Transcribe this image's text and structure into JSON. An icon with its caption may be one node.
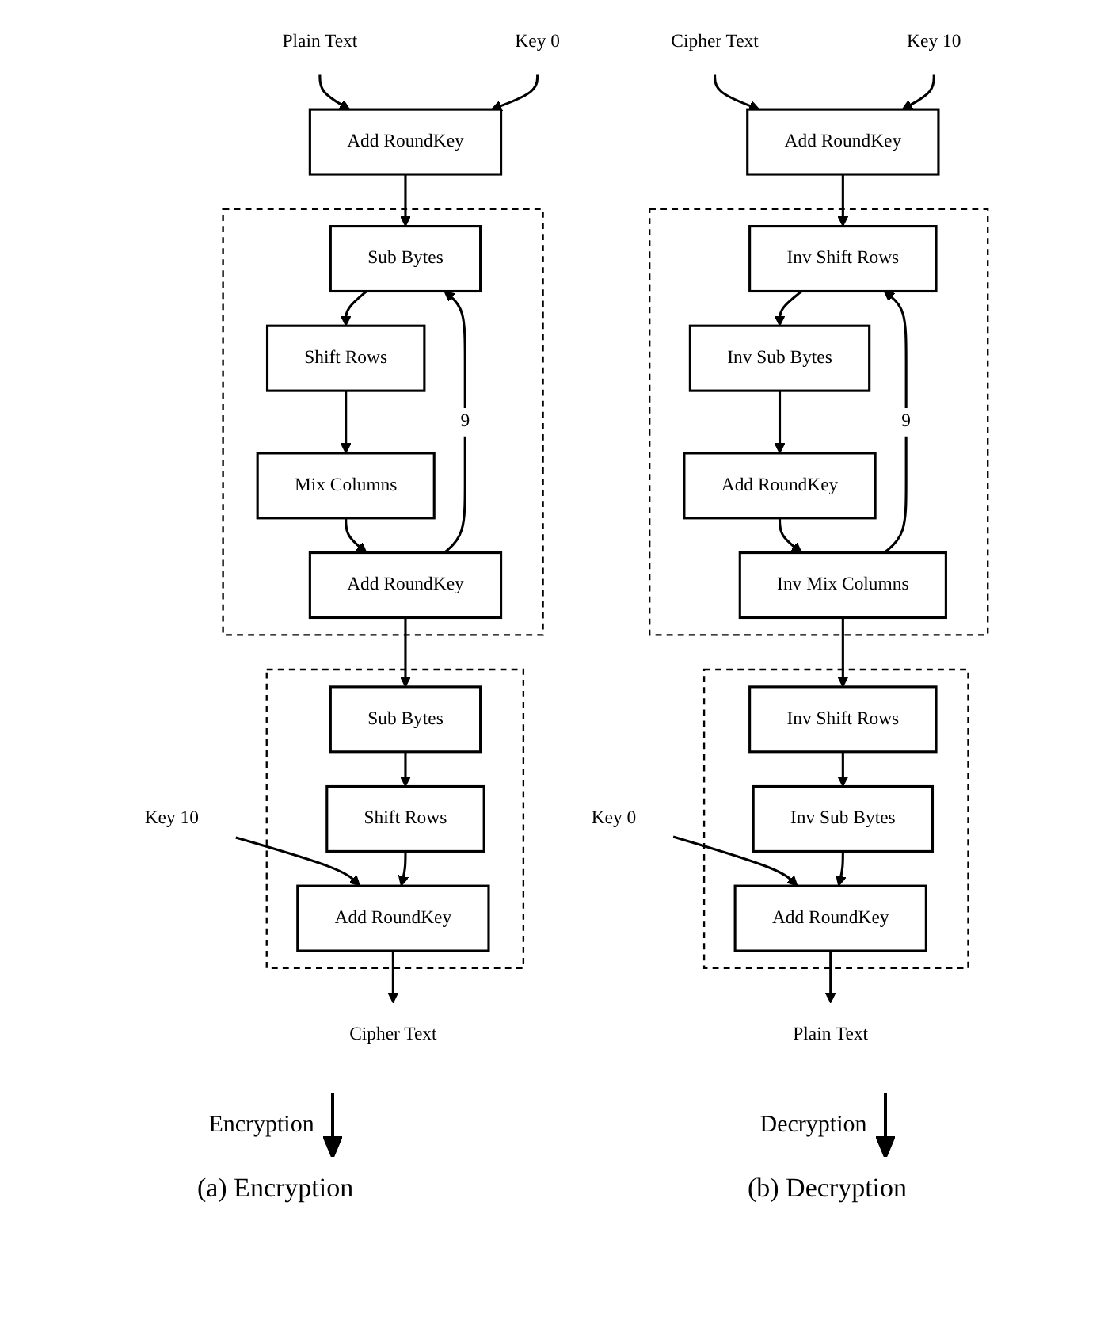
{
  "diagram": {
    "nodes": [
      {
        "text": [
          "Plain Text"
        ]
      },
      {
        "text": [
          "Key 0"
        ]
      },
      {
        "text": [
          "Add RoundKey"
        ]
      },
      {
        "text": [],
        "shape": "box"
      },
      {
        "text": [
          "Sub Bytes"
        ],
        "in": 3
      },
      {
        "text": [
          "Shift Rows"
        ],
        "in": 3
      },
      {
        "text": [
          "Mix Columns"
        ],
        "in": 3
      },
      {
        "text": [
          "Add RoundKey"
        ],
        "in": 3
      },
      {
        "text": [],
        "shape": "box"
      },
      {
        "text": [
          "Sub Bytes"
        ],
        "in": 8
      },
      {
        "text": [
          "Shift Rows"
        ],
        "in": 8
      },
      {
        "text": [
          "Add RoundKey"
        ],
        "in": 8
      },
      {
        "text": [
          "Key 10"
        ]
      },
      {
        "text": [
          "Cipher Text"
        ]
      },
      {
        "text": [
          "Cipher Text"
        ]
      },
      {
        "text": [
          "Key 10"
        ]
      },
      {
        "text": [
          "Add RoundKey"
        ]
      },
      {
        "text": [],
        "shape": "box"
      },
      {
        "text": [
          "Inv Shift Rows"
        ],
        "in": 17
      },
      {
        "text": [
          "Inv Sub Bytes"
        ],
        "in": 17
      },
      {
        "text": [
          "Add RoundKey"
        ],
        "in": 17
      },
      {
        "text": [
          "Inv Mix Columns"
        ],
        "in": 17
      },
      {
        "text": [],
        "shape": "box"
      },
      {
        "text": [
          "Inv Shift Rows"
        ],
        "in": 22
      },
      {
        "text": [
          "Inv Sub Bytes"
        ],
        "in": 22
      },
      {
        "text": [
          "Add RoundKey"
        ],
        "in": 22
      },
      {
        "text": [
          "Key 0"
        ]
      },
      {
        "text": [
          "Plain Text"
        ]
      }
    ],
    "edges": [
      {
        "from": 0,
        "to": 2,
        "arrow": "to"
      },
      {
        "from": 1,
        "to": 2,
        "arrow": "to"
      },
      {
        "from": 2,
        "to": 4,
        "arrow": "to"
      },
      {
        "from": 4,
        "to": 5,
        "arrow": "to"
      },
      {
        "from": 5,
        "to": 6,
        "arrow": "to"
      },
      {
        "from": 6,
        "to": 7,
        "arrow": "to"
      },
      {
        "from": 7,
        "to": 4,
        "arrow": "to",
        "label": "9"
      },
      {
        "from": 7,
        "to": 9,
        "arrow": "to"
      },
      {
        "from": 9,
        "to": 10,
        "arrow": "to"
      },
      {
        "from": 12,
        "to": 11,
        "arrow": "to"
      },
      {
        "from": 10,
        "to": 11,
        "arrow": "to"
      },
      {
        "from": 11,
        "to": 13,
        "arrow": "to"
      },
      {
        "from": 14,
        "to": 16,
        "arrow": "to"
      },
      {
        "from": 15,
        "to": 16,
        "arrow": "to"
      },
      {
        "from": 16,
        "to": 18,
        "arrow": "to"
      },
      {
        "from": 18,
        "to": 19,
        "arrow": "to"
      },
      {
        "from": 19,
        "to": 20,
        "arrow": "to"
      },
      {
        "from": 20,
        "to": 21,
        "arrow": "to"
      },
      {
        "from": 21,
        "to": 18,
        "arrow": "to",
        "label": "9"
      },
      {
        "from": 21,
        "to": 23,
        "arrow": "to"
      },
      {
        "from": 23,
        "to": 24,
        "arrow": "to"
      },
      {
        "from": 26,
        "to": 25,
        "arrow": "to"
      },
      {
        "from": 24,
        "to": 25,
        "arrow": "to"
      },
      {
        "from": 25,
        "to": 27,
        "arrow": "to"
      }
    ],
    "labels": [
      "Encryption",
      "Decryption",
      "(a) Encryption",
      "(b) Decryption"
    ]
  }
}
